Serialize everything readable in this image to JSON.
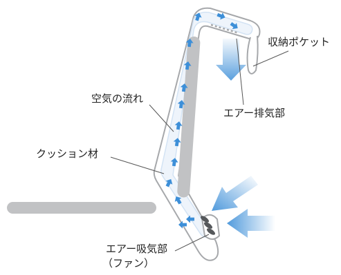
{
  "labels": {
    "pocket": "収納ポケット",
    "airflow": "空気の流れ",
    "exhaust": "エアー排気部",
    "cushion": "クッション材",
    "intake": "エアー吸気部",
    "intake_sub": "（ファン）"
  },
  "colors": {
    "outline": "#a6a8ab",
    "channel_fill": "#eef4fb",
    "channel_edge": "#d3e3f4",
    "arrow": "#3d8fd8",
    "plate": "#c1c2c4",
    "leader": "#555555"
  }
}
